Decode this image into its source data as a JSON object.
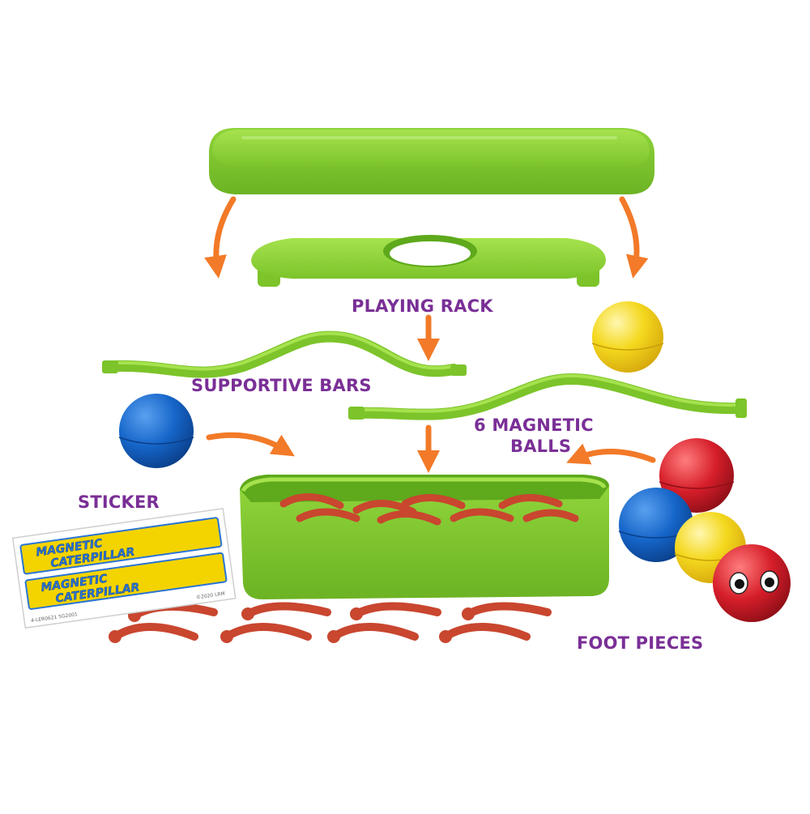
{
  "labels": {
    "playing_rack": "PLAYING RACK",
    "supportive_bars": "SUPPORTIVE BARS",
    "magnetic_balls_line1": "6 MAGNETIC",
    "magnetic_balls_line2": "BALLS",
    "sticker": "STICKER",
    "foot_pieces": "FOOT PIECES"
  },
  "sticker": {
    "line1": "MAGNETIC",
    "line2": "CATERPILLAR",
    "fine_print_left": "4-LER0621 5G2001",
    "fine_print_right": "©2020 LRM"
  },
  "colors": {
    "label_purple": "#7a2f96",
    "arrow_orange": "#f27a28",
    "plastic_green": "#8fd43a",
    "foot_red": "#c9462f",
    "ball_blue": "#1565c8",
    "ball_yellow": "#f4d81e",
    "ball_red": "#d61e2a",
    "sticker_yellow": "#f4d400",
    "sticker_blue": "#2a74d4"
  }
}
